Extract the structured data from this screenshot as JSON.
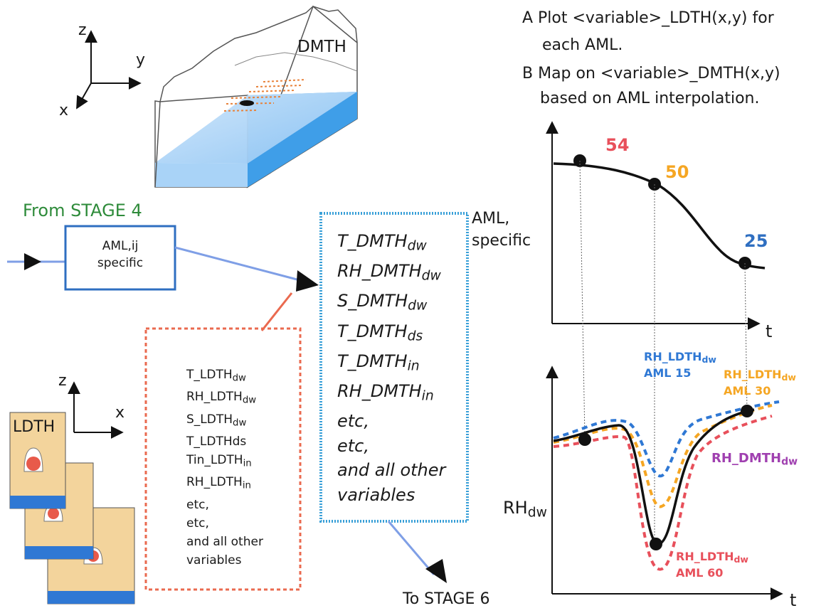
{
  "notes": {
    "a_line1": "A Plot <variable>_LDTH(x,y) for",
    "a_line2": "each AML.",
    "b_line1": "B Map on  <variable>_DMTH(x,y)",
    "b_line2": "based on AML interpolation."
  },
  "block3d": {
    "label": "DMTH"
  },
  "axes_3d": {
    "z": "z",
    "y": "y",
    "x": "x"
  },
  "axes_2d": {
    "z": "z",
    "x": "x"
  },
  "from_stage": "From STAGE 4",
  "to_stage": "To STAGE 6",
  "aml_box": {
    "line1": "AML,ij",
    "line2": "specific"
  },
  "aml_specific": {
    "line1": "AML,",
    "line2": "specific"
  },
  "ldth_stack": {
    "label": "LDTH"
  },
  "ldth_vars": [
    {
      "base": "T_LDTH",
      "sub": "dw"
    },
    {
      "base": "RH_LDTH",
      "sub": "dw"
    },
    {
      "base": "S_LDTH",
      "sub": "dw"
    },
    {
      "base": "T_LDTHds",
      "sub": ""
    },
    {
      "base": "Tin_LDTH",
      "sub": "in"
    },
    {
      "base": "RH_LDTH",
      "sub": "in"
    },
    {
      "base": "etc,",
      "sub": ""
    },
    {
      "base": "etc,",
      "sub": ""
    },
    {
      "base": "and all other",
      "sub": ""
    },
    {
      "base": "variables",
      "sub": ""
    }
  ],
  "dmth_vars": [
    {
      "base": "T_DMTH",
      "sub": "dw"
    },
    {
      "base": "RH_DMTH",
      "sub": "dw"
    },
    {
      "base": "S_DMTH",
      "sub": "dw"
    },
    {
      "base": "T_DMTH",
      "sub": "ds"
    },
    {
      "base": "T_DMTH",
      "sub": "in"
    },
    {
      "base": "RH_DMTH",
      "sub": "in"
    },
    {
      "base": "etc,",
      "sub": ""
    },
    {
      "base": "etc,",
      "sub": ""
    },
    {
      "base": "and all other",
      "sub": ""
    },
    {
      "base": "variables",
      "sub": ""
    }
  ],
  "top_chart": {
    "x_label": "t",
    "points": [
      {
        "label": "54",
        "color": "#e8505b"
      },
      {
        "label": "50",
        "color": "#f5a623"
      },
      {
        "label": "25",
        "color": "#2f6fc1"
      }
    ]
  },
  "bottom_chart": {
    "x_label": "t",
    "y_label": {
      "base": "RH",
      "sub": "dw"
    },
    "series": [
      {
        "line1_base": "RH_LDTH",
        "line1_sub": "dw",
        "line2": "AML 15",
        "color": "#2f78d4"
      },
      {
        "line1_base": "RH_LDTH",
        "line1_sub": "dw",
        "line2": "AML 30",
        "color": "#f5a623"
      },
      {
        "line1_base": "RH_DMTH",
        "line1_sub": "dw",
        "line2": "",
        "color": "#a040b0"
      },
      {
        "line1_base": "RH_LDTH",
        "line1_sub": "dw",
        "line2": "AML 60",
        "color": "#e8505b"
      }
    ]
  },
  "colors": {
    "box_blue": "#2f6fc1",
    "link_blue": "#7f9fe6",
    "dashed_red": "#ea6a4f",
    "dotted_cyan": "#3aa0d8",
    "from_stage_green": "#2e8b3a",
    "water": "#3f9ee8",
    "tan": "#f3d49c"
  }
}
